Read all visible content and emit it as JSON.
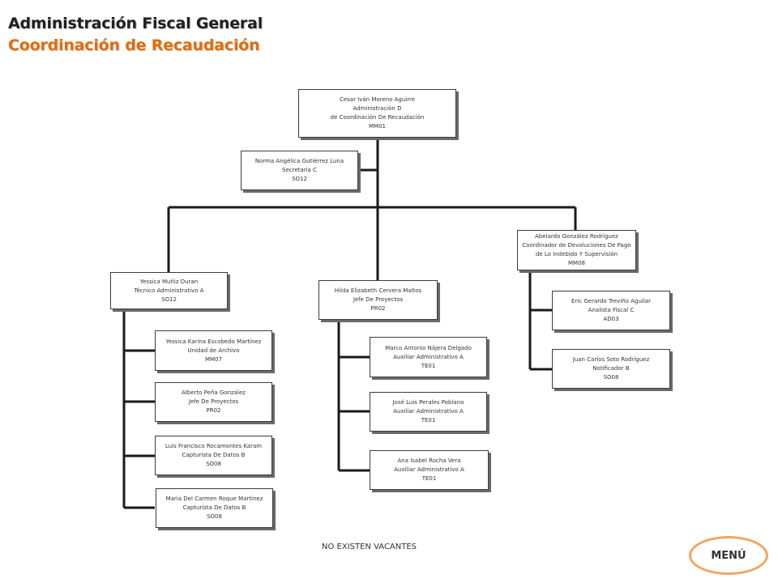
{
  "header": {
    "title": "Administración Fiscal General",
    "subtitle": "Coordinación de Recaudación"
  },
  "nodes": {
    "root": {
      "name": "Cesar Iván Moreno Aguirre",
      "title": "Administración D",
      "title2": "de Coordinación De Recaudación",
      "code": "MM01"
    },
    "secretary": {
      "name": "Norma Angélica Gutiérrez Luna",
      "title": "Secretaria C",
      "code": "SO12"
    },
    "left_head": {
      "name": "Yessica Muñiz Duran",
      "title": "Técnico Administrativo A",
      "code": "SO12"
    },
    "mid_head": {
      "name": "Hilda Elizabeth Cervera Maltos",
      "title": "Jefe De Proyectos",
      "code": "PR02"
    },
    "right_head": {
      "name": "Abelardo González Rodríguez",
      "title": "Coordinador de Devoluciones De Pago",
      "title2": "de Lo Indebido Y Supervisión",
      "code": "MM08"
    },
    "left_1": {
      "name": "Yessica Karina Escobedo Martínez",
      "title": "Unidad de Archivo",
      "code": "MM07"
    },
    "left_2": {
      "name": "Alberto Peña González",
      "title": "Jefe De Proyectos",
      "code": "PR02"
    },
    "left_3": {
      "name": "Luis Francisco Rocamontes Karam",
      "title": "Capturista De Datos B",
      "code": "SO08"
    },
    "left_4": {
      "name": "María Del Carmen Roque Martínez",
      "title": "Capturista De Datos B",
      "code": "SO08"
    },
    "mid_1": {
      "name": "Marco Antonio Nájera Delgado",
      "title": "Auxiliar Administrativo A",
      "code": "TE01"
    },
    "mid_2": {
      "name": "José Luis Perales Poblano",
      "title": "Auxiliar Administrativo A",
      "code": "TE01"
    },
    "mid_3": {
      "name": "Ana Isabel Rocha Vera",
      "title": "Auxiliar Administrativo A",
      "code": "TE01"
    },
    "right_1": {
      "name": "Eric Gerardo Treviño Aguilar",
      "title": "Analista Fiscal C",
      "code": "AD03"
    },
    "right_2": {
      "name": "Juan Carlos Soto Rodríguez",
      "title": "Notificador B",
      "code": "SO08"
    }
  },
  "footer": {
    "note": "NO EXISTEN VACANTES",
    "menu_label": "MENÚ"
  },
  "colors": {
    "title": "#1f1f1f",
    "subtitle": "#e36c09",
    "menu_border": "#f4a460",
    "lines": "#1a1a1a"
  }
}
